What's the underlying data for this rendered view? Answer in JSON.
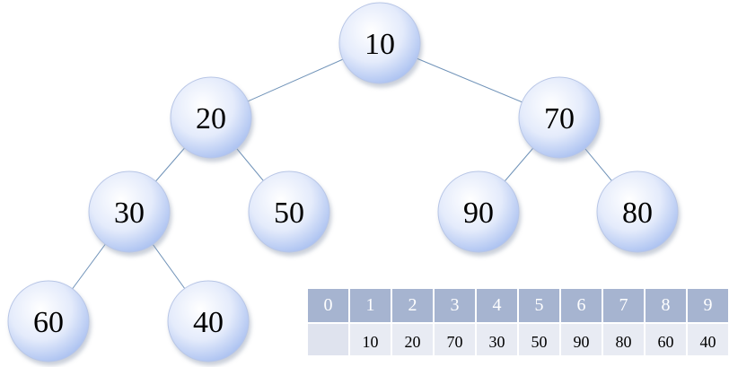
{
  "tree": {
    "nodes": [
      {
        "id": "n1",
        "label": "10"
      },
      {
        "id": "n2",
        "label": "20"
      },
      {
        "id": "n3",
        "label": "70"
      },
      {
        "id": "n4",
        "label": "30"
      },
      {
        "id": "n5",
        "label": "50"
      },
      {
        "id": "n6",
        "label": "90"
      },
      {
        "id": "n7",
        "label": "80"
      },
      {
        "id": "n8",
        "label": "60"
      },
      {
        "id": "n9",
        "label": "40"
      }
    ],
    "edges": [
      [
        "n1",
        "n2"
      ],
      [
        "n1",
        "n3"
      ],
      [
        "n2",
        "n4"
      ],
      [
        "n2",
        "n5"
      ],
      [
        "n3",
        "n6"
      ],
      [
        "n3",
        "n7"
      ],
      [
        "n4",
        "n8"
      ],
      [
        "n4",
        "n9"
      ]
    ],
    "colors": {
      "node_fill_center": "#ffffff",
      "node_fill_edge": "#a8bff0",
      "node_stroke": "#b8c6e6",
      "edge": "#6f92b8"
    }
  },
  "array_table": {
    "indices": [
      "0",
      "1",
      "2",
      "3",
      "4",
      "5",
      "6",
      "7",
      "8",
      "9"
    ],
    "values": [
      "",
      "10",
      "20",
      "70",
      "30",
      "50",
      "90",
      "80",
      "60",
      "40"
    ],
    "colors": {
      "header_bg": "#a6b4d0",
      "row_bg": "#e8ebf3"
    }
  }
}
